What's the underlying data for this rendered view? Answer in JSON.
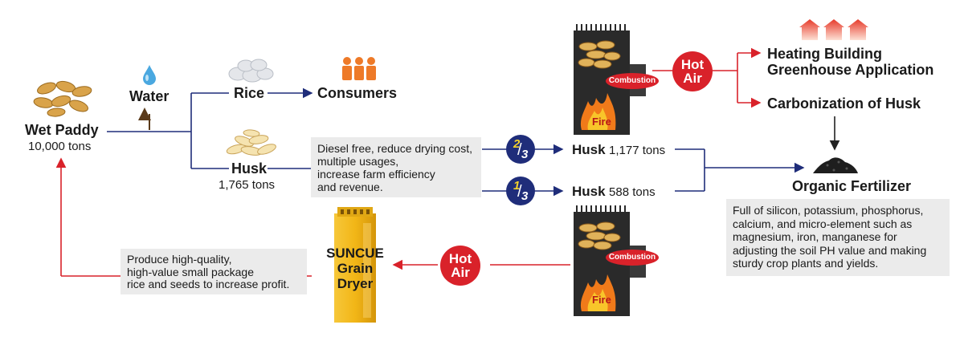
{
  "wet_paddy": {
    "name": "Wet Paddy",
    "amount": "10,000 tons"
  },
  "water": {
    "label": "Water"
  },
  "rice": {
    "label": "Rice"
  },
  "consumers": {
    "label": "Consumers"
  },
  "husk_main": {
    "name": "Husk",
    "amount": "1,765 tons"
  },
  "benefits_box": {
    "lines": [
      "Diesel free, reduce drying cost,",
      "multiple usages,",
      "increase farm efficiency",
      "and revenue."
    ]
  },
  "split_top": {
    "fraction_num": "2",
    "fraction_den": "3",
    "name": "Husk",
    "amount": "1,177 tons"
  },
  "split_bottom": {
    "fraction_num": "1",
    "fraction_den": "3",
    "name": "Husk",
    "amount": "588 tons"
  },
  "furnace_top": {
    "combustion_label": "Combustion",
    "fire_label": "Fire"
  },
  "furnace_bottom": {
    "combustion_label": "Combustion",
    "fire_label": "Fire"
  },
  "hot_air_top": {
    "line1": "Hot",
    "line2": "Air"
  },
  "hot_air_bottom": {
    "line1": "Hot",
    "line2": "Air"
  },
  "heating": {
    "line1": "Heating Building",
    "line2": "Greenhouse Application"
  },
  "carbonization": {
    "label": "Carbonization of Husk"
  },
  "organic_fertilizer": {
    "title": "Organic Fertilizer",
    "lines": [
      "Full of silicon, potassium, phosphorus,",
      "calcium, and micro-element such as",
      "magnesium, iron, manganese for",
      "adjusting the soil PH value and making",
      "sturdy crop plants and yields."
    ]
  },
  "dryer": {
    "line1": "SUNCUE",
    "line2": "Grain",
    "line3": "Dryer"
  },
  "quality_box": {
    "lines": [
      "Produce high-quality,",
      "high-value small package",
      "rice and seeds to increase profit."
    ]
  },
  "colors": {
    "navy": "#1f2d7a",
    "red": "#d9222a",
    "brown": "#5a3a1a",
    "box_gray": "#ebebeb",
    "dryer_yellow": "#f2b617",
    "furnace_dark": "#2a2a2a"
  }
}
